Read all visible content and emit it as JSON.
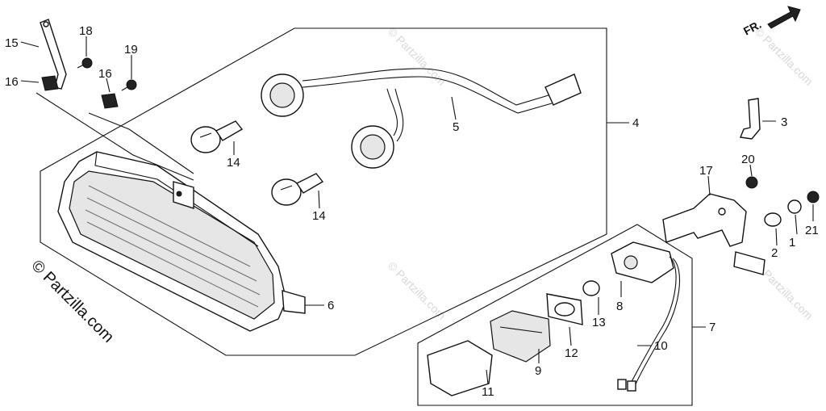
{
  "watermark": "© Partzilla.com",
  "direction_label": "FR.",
  "callouts": {
    "p1": "1",
    "p2": "2",
    "p3": "3",
    "p4": "4",
    "p5": "5",
    "p6": "6",
    "p7": "7",
    "p8": "8",
    "p9": "9",
    "p10": "10",
    "p11": "11",
    "p12": "12",
    "p13": "13",
    "p14a": "14",
    "p14b": "14",
    "p15": "15",
    "p16a": "16",
    "p16b": "16",
    "p17": "17",
    "p18": "18",
    "p19": "19",
    "p20": "20",
    "p21": "21"
  }
}
